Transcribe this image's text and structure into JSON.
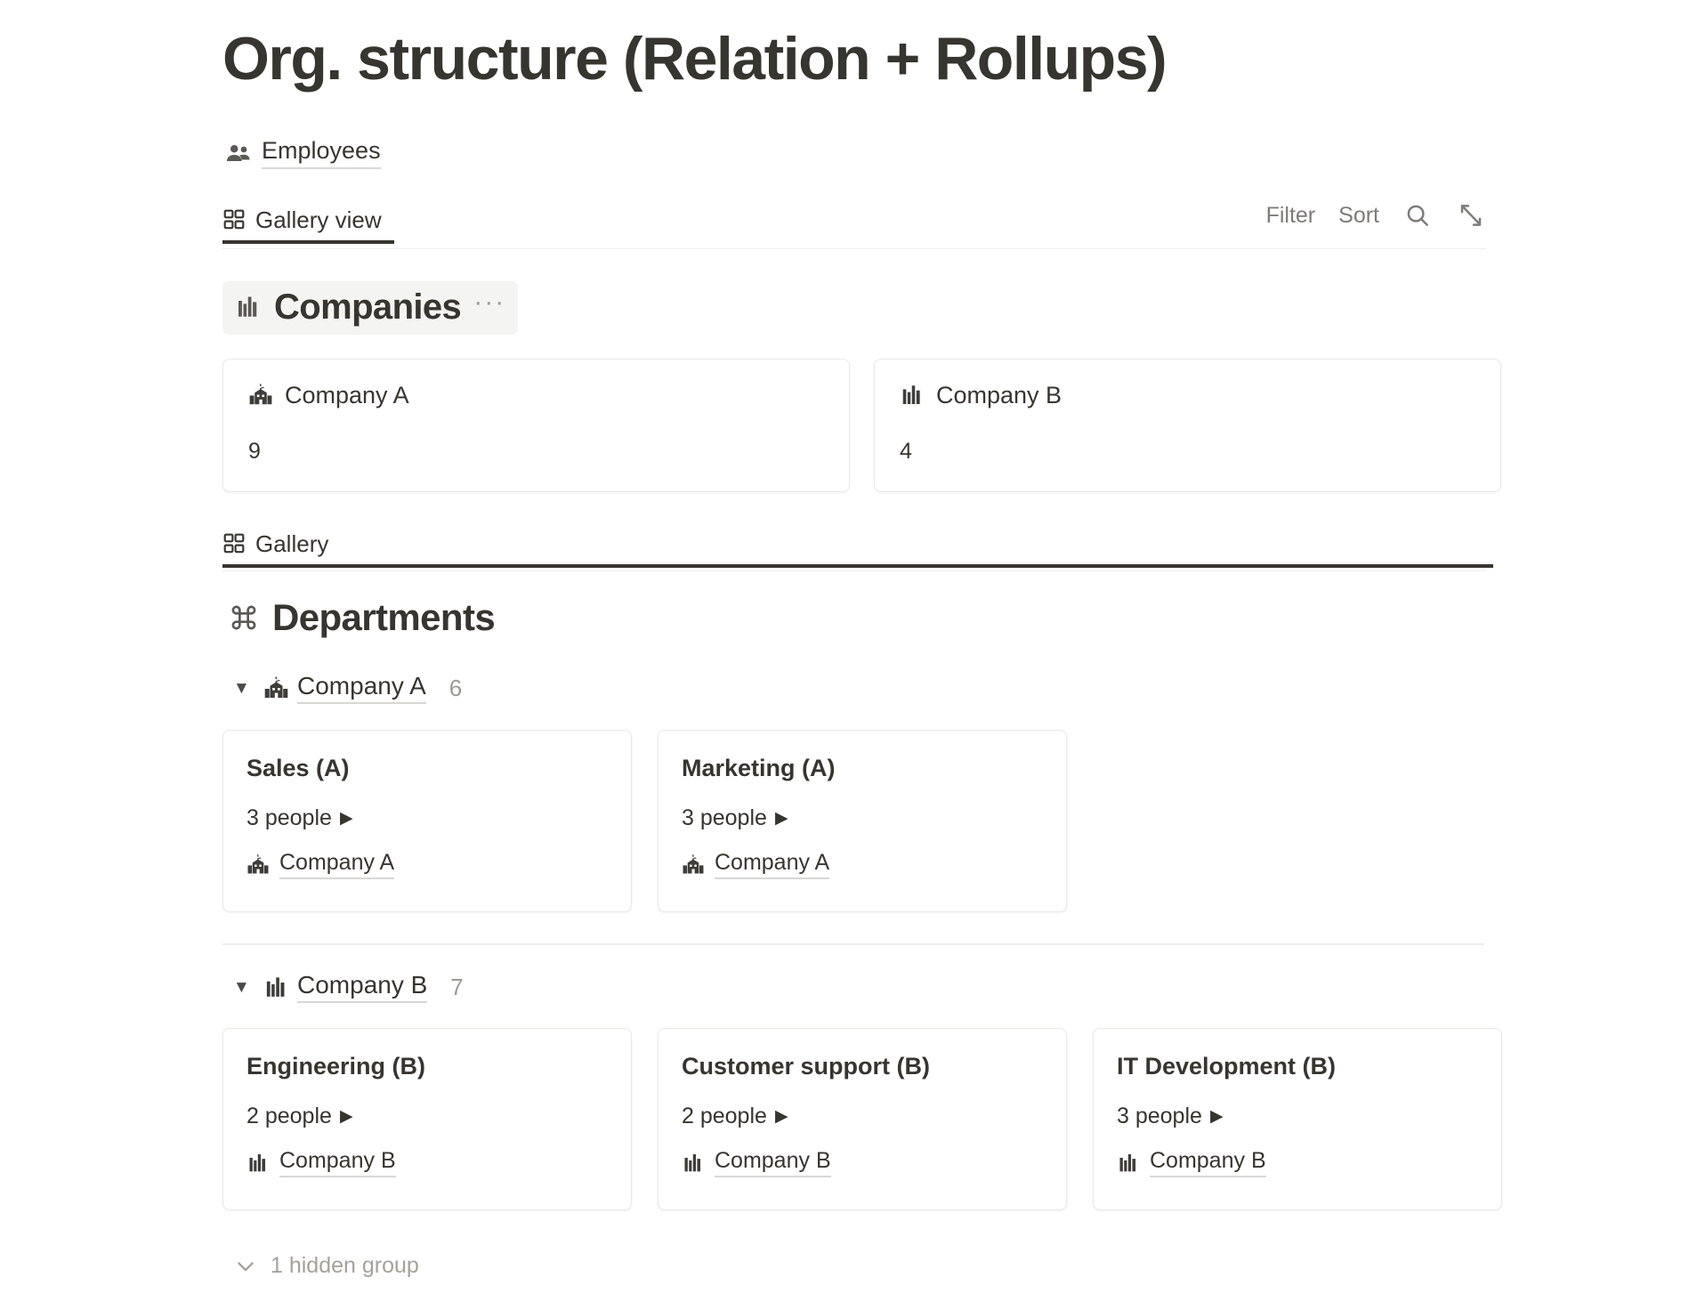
{
  "page": {
    "title": "Org. structure (Relation + Rollups)",
    "source": {
      "label": "Employees",
      "icon": "people-icon"
    }
  },
  "toolbar": {
    "tabs": [
      {
        "label": "Gallery view",
        "icon": "gallery-icon",
        "active": true
      }
    ],
    "filter_label": "Filter",
    "sort_label": "Sort",
    "search_icon": "search-icon",
    "expand_icon": "expand-icon"
  },
  "companies_section": {
    "title": "Companies",
    "icon": "factory-icon",
    "menu": "···",
    "cards": [
      {
        "name": "Company A",
        "icon": "school-building-icon",
        "count": "9"
      },
      {
        "name": "Company B",
        "icon": "factory-icon",
        "count": "4"
      }
    ]
  },
  "gallery_tab": {
    "label": "Gallery",
    "icon": "gallery-icon",
    "active": true
  },
  "departments_section": {
    "title": "Departments",
    "icon": "command-icon",
    "groups": [
      {
        "name": "Company A",
        "icon": "school-building-icon",
        "count": "6",
        "caret": "▼",
        "cards": [
          {
            "title": "Sales (A)",
            "people": "3 people",
            "play": "▶",
            "relation": "Company A",
            "relation_icon": "school-building-icon"
          },
          {
            "title": "Marketing (A)",
            "people": "3 people",
            "play": "▶",
            "relation": "Company A",
            "relation_icon": "school-building-icon"
          }
        ]
      },
      {
        "name": "Company B",
        "icon": "factory-icon",
        "count": "7",
        "caret": "▼",
        "cards": [
          {
            "title": "Engineering (B)",
            "people": "2 people",
            "play": "▶",
            "relation": "Company B",
            "relation_icon": "factory-icon"
          },
          {
            "title": "Customer support (B)",
            "people": "2 people",
            "play": "▶",
            "relation": "Company B",
            "relation_icon": "factory-icon"
          },
          {
            "title": "IT Development (B)",
            "people": "3 people",
            "play": "▶",
            "relation": "Company B",
            "relation_icon": "factory-icon"
          }
        ]
      }
    ],
    "hidden_group": {
      "label": "1 hidden group",
      "icon": "chevron-down-icon"
    }
  },
  "colors": {
    "text": "#37352f",
    "muted": "#9b9a97",
    "border": "#e9e9e7",
    "divider": "#ececeb",
    "hover_bg": "#f4f4f3"
  }
}
